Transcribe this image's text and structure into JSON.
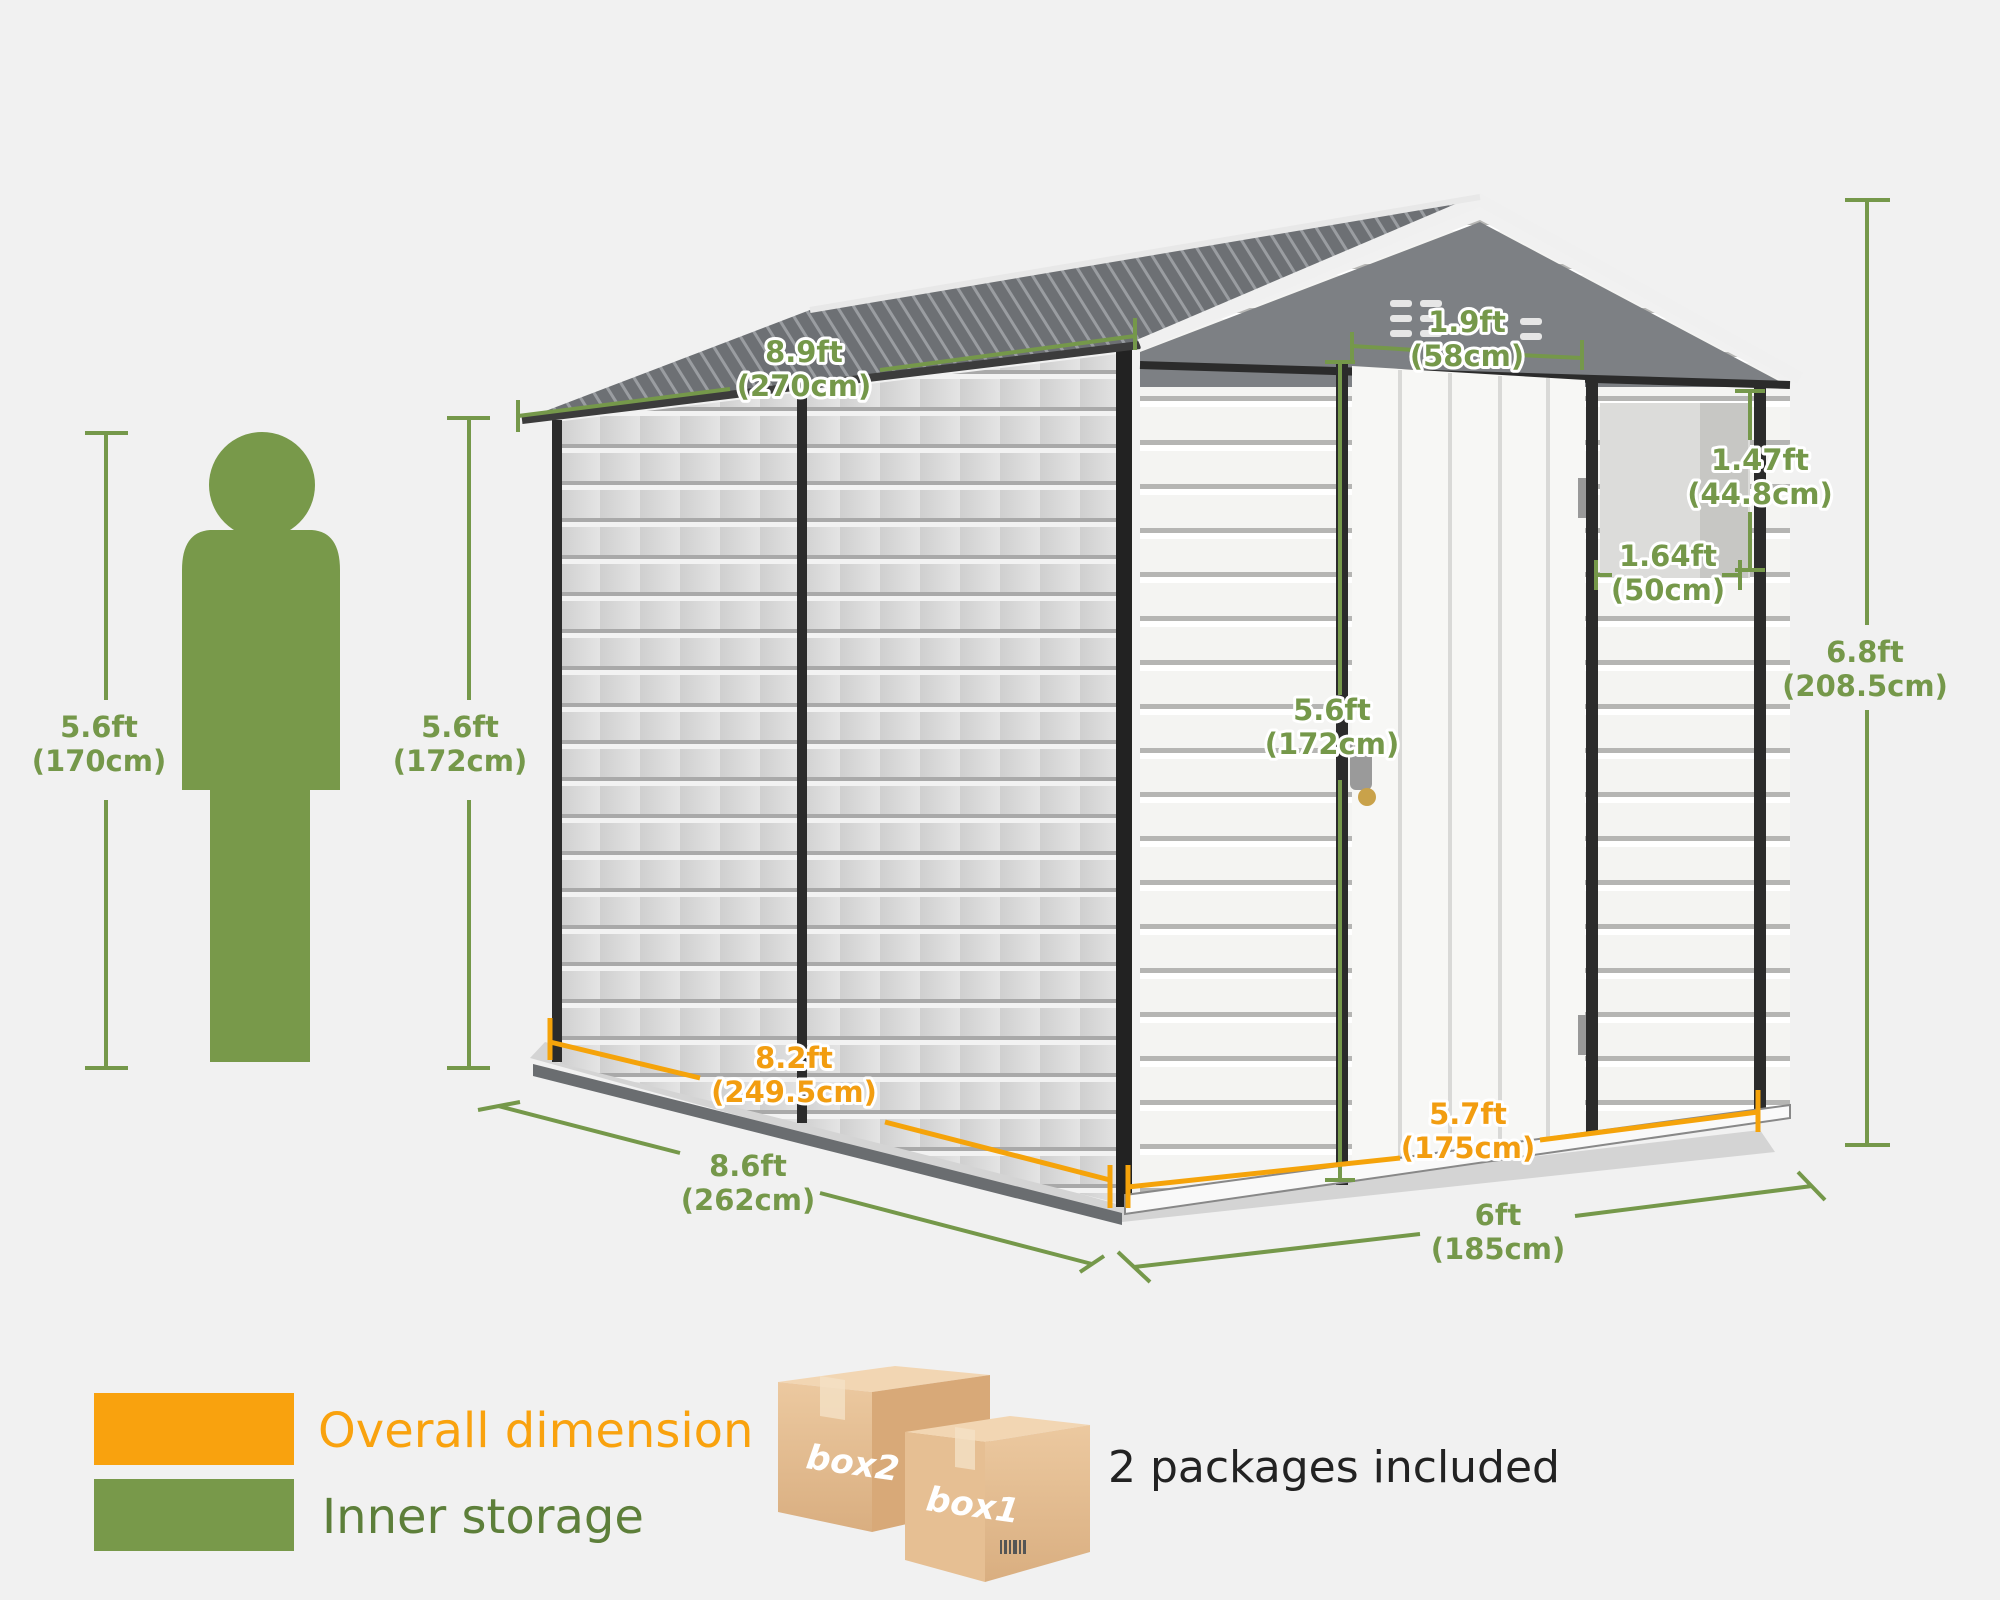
{
  "person": {
    "height_ft": "5.6ft",
    "height_cm": "(170cm)"
  },
  "dimensions": {
    "wall_height_left_ft": "5.6ft",
    "wall_height_left_cm": "(172cm)",
    "roof_length_ft": "8.9ft",
    "roof_length_cm": "(270cm)",
    "door_width_ft": "1.9ft",
    "door_width_cm": "(58cm)",
    "window_height_ft": "1.47ft",
    "window_height_cm": "(44.8cm)",
    "window_width_ft": "1.64ft",
    "window_width_cm": "(50cm)",
    "total_height_ft": "6.8ft",
    "total_height_cm": "(208.5cm)",
    "door_height_ft": "5.6ft",
    "door_height_cm": "(172cm)",
    "inner_length_ft": "8.2ft",
    "inner_length_cm": "(249.5cm)",
    "inner_width_ft": "5.7ft",
    "inner_width_cm": "(175cm)",
    "base_length_ft": "8.6ft",
    "base_length_cm": "(262cm)",
    "base_width_ft": "6ft",
    "base_width_cm": "(185cm)"
  },
  "legend": {
    "overall_label": "Overall dimension",
    "overall_color": "#f9a20e",
    "inner_label": "Inner storage",
    "inner_color": "#78994a"
  },
  "packages": {
    "box2_label": "box2",
    "box1_label": "box1",
    "caption": "2 packages included"
  }
}
